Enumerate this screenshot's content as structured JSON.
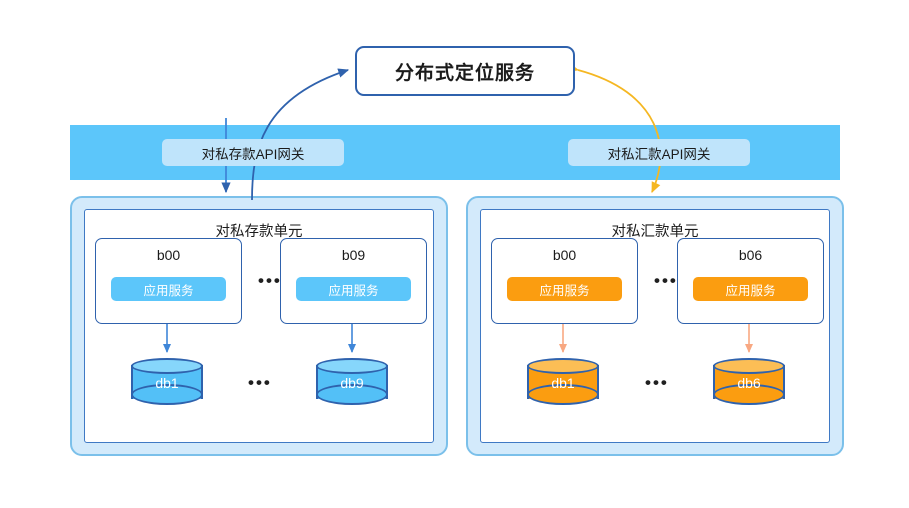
{
  "diagram": {
    "root": {
      "label": "分布式定位服务"
    },
    "gateway_band": {
      "color": "#5cc6fa",
      "chips": [
        {
          "id": "deposit-gateway",
          "label": "对私存款API网关"
        },
        {
          "id": "remittance-gateway",
          "label": "对私汇款API网关"
        }
      ]
    },
    "units": [
      {
        "id": "deposit-unit",
        "title": "对私存款单元",
        "accent": "#5cc6fa",
        "nodes": [
          {
            "id": "b00",
            "service": "应用服务"
          },
          {
            "id": "b09",
            "service": "应用服务"
          }
        ],
        "databases": [
          {
            "label": "db1"
          },
          {
            "label": "db9"
          }
        ],
        "ellipsis": "•••"
      },
      {
        "id": "remittance-unit",
        "title": "对私汇款单元",
        "accent": "#fb9d10",
        "nodes": [
          {
            "id": "b00",
            "service": "应用服务"
          },
          {
            "id": "b06",
            "service": "应用服务"
          }
        ],
        "databases": [
          {
            "label": "db1"
          },
          {
            "label": "db6"
          }
        ],
        "ellipsis": "•••"
      }
    ],
    "edges": [
      {
        "id": "deposit-to-root",
        "color": "#2f62ad"
      },
      {
        "id": "remittance-to-root",
        "color": "#f5b722"
      }
    ]
  }
}
